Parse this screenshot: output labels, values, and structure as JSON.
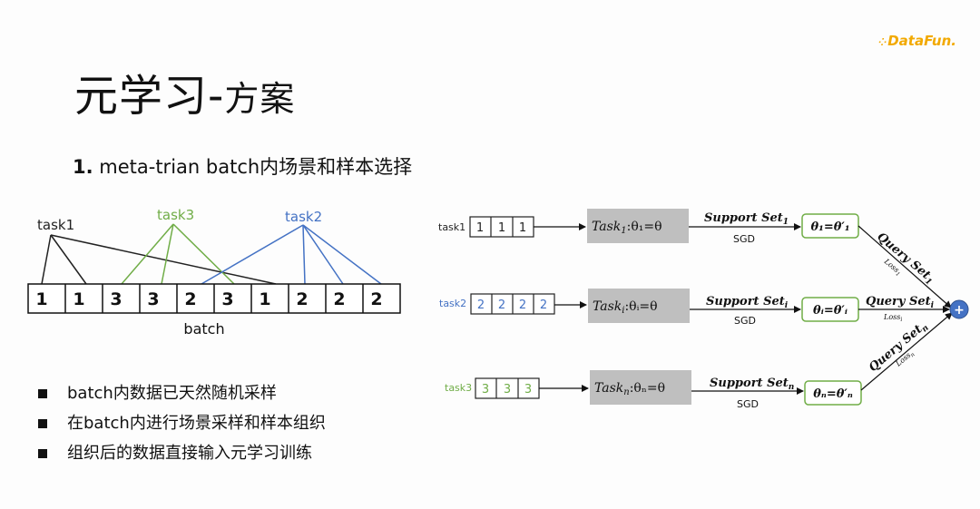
{
  "logo": {
    "text": "DataFun."
  },
  "title": {
    "main": "元学习",
    "sep": "-",
    "sub": "方案"
  },
  "subtitle": {
    "num": "1.",
    "text": " meta-trian batch内场景和样本选择"
  },
  "left_diagram": {
    "task_labels": [
      "task1",
      "task3",
      "task2"
    ],
    "batch_cells": [
      "1",
      "1",
      "3",
      "3",
      "2",
      "3",
      "1",
      "2",
      "2",
      "2"
    ],
    "batch_label": "batch",
    "colors": {
      "task1": "#222222",
      "task3": "#70ad47",
      "task2": "#4472c4"
    }
  },
  "bullets": [
    "batch内数据已天然随机采样",
    "在batch内进行场景采样和样本组织",
    "组织后的数据直接输入元学习训练"
  ],
  "right_diagram": {
    "rows": [
      {
        "label": "task1",
        "cells": [
          "1",
          "1",
          "1"
        ],
        "task_box": "Task",
        "task_sub": "1",
        "task_expr": ":θ₁=θ",
        "support": "Support Set",
        "support_sub": "1",
        "sgd": "SGD",
        "theta": "θ₁=θ′₁",
        "query": "Query Set",
        "query_sub": "1",
        "loss": "Loss",
        "loss_sub": "1",
        "color": "#222222"
      },
      {
        "label": "task2",
        "cells": [
          "2",
          "2",
          "2",
          "2"
        ],
        "task_box": "Task",
        "task_sub": "i",
        "task_expr": ":θᵢ=θ",
        "support": "Support Set",
        "support_sub": "i",
        "sgd": "SGD",
        "theta": "θᵢ=θ′ᵢ",
        "query": "Query Set",
        "query_sub": "i",
        "loss": "Loss",
        "loss_sub": "i",
        "color": "#4472c4"
      },
      {
        "label": "task3",
        "cells": [
          "3",
          "3",
          "3"
        ],
        "task_box": "Task",
        "task_sub": "n",
        "task_expr": ":θₙ=θ",
        "support": "Support Set",
        "support_sub": "n",
        "sgd": "SGD",
        "theta": "θₙ=θ′ₙ",
        "query": "Query Set",
        "query_sub": "n",
        "loss": "Loss",
        "loss_sub": "n",
        "color": "#70ad47"
      }
    ],
    "sum_symbol": "+"
  }
}
